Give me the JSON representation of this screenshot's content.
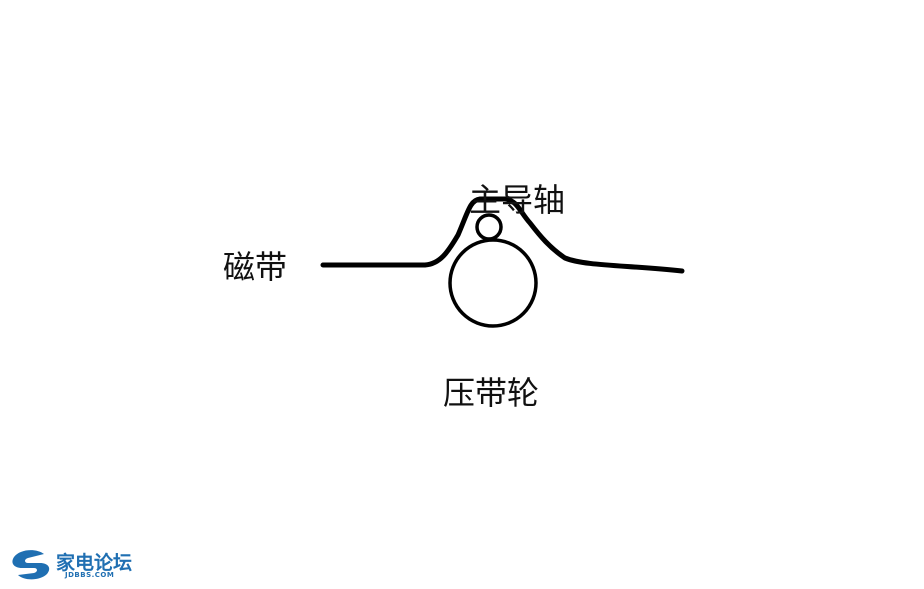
{
  "labels": {
    "tape": "磁带",
    "capstan": "主导轴",
    "pinch_roller": "压带轮"
  },
  "watermark": {
    "name": "家电论坛",
    "domain": "JDBBS.COM",
    "color": "#1f6fb2"
  }
}
